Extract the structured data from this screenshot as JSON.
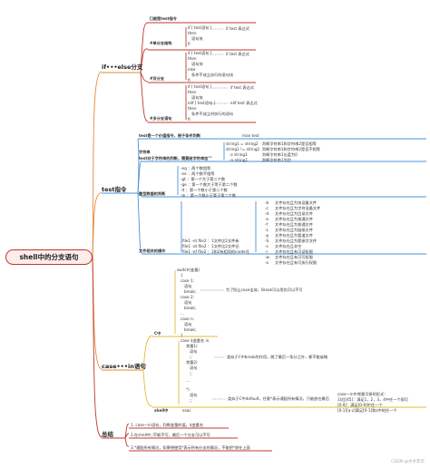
{
  "root": "shell中的分支语句",
  "branch_if": "if•••else分支",
  "branch_test": "test指令",
  "branch_case": "case•••in语句",
  "branch_sum": "总结",
  "if": {
    "test_cmd": "[]就是test指令",
    "single": {
      "label": "#单分支结构",
      "code": [
        "if [ test语句 ]",
        "then",
        "语句块",
        "fi"
      ],
      "note": "if test 表达式"
    },
    "double": {
      "label": "#双分支",
      "code": [
        "if [ test语句 ]",
        "then",
        "语句块",
        "else",
        "条件不成立执行的语句块",
        "fi"
      ],
      "note": "if test 表达式"
    },
    "multi": {
      "label": "#多分支语句",
      "code": [
        "if [ test语句 ]",
        "then",
        "语句块",
        "elif [ test语句 ]",
        "then",
        "条件不成立时执行的语句",
        "fi"
      ],
      "note1": "if test 表达式",
      "note2": "elif test 表达式"
    }
  },
  "test": {
    "intro": "test是一个价值指令，根子条件判断",
    "man": "man test",
    "string_head": "字符串",
    "string_desc": "test对于字符串的判断，需要给字符串加\"\"",
    "string_ops": [
      [
        "string1 = string2",
        "判断字符串1和字符串2是否相等"
      ],
      [
        "string1 != string2",
        "判断字符串1和字符串2是否不相等"
      ],
      [
        "-z string1",
        "判断字符串1长度为0"
      ],
      [
        "-n string1",
        "判断字符串1为空"
      ]
    ],
    "num_head": "整型数据的判断",
    "num_ops": [
      "-eq ：两个数相等",
      "-ne ：两个数不相等",
      "-gt ：第一个大于第二个数",
      "-ge ：第一个数大于等于第二个数",
      "-lt ：第一个数小于第二个数",
      "-le ：第一个数小于等于第二个数"
    ],
    "file_head": "文件相关的操作",
    "file_ops": [
      [
        "-b",
        "文件存在且为块设备文件"
      ],
      [
        "-c",
        "文件存在且为字符设备文件"
      ],
      [
        "-d",
        "文件存在且为目录文件"
      ],
      [
        "-e",
        "文件存在且为普通文件"
      ],
      [
        "-f",
        "文件存在且为普通文件"
      ],
      [
        "-L",
        "文件存在且为链接文件"
      ],
      [
        "-p",
        "文件存在且为管道文件"
      ],
      [
        "-S",
        "文件存在且为套接字文件"
      ],
      [
        "-s",
        "文件存在且非空"
      ],
      [
        "-r",
        "文件存在且有可读权限"
      ],
      [
        "-w",
        "文件存在且有可写权限"
      ],
      [
        "-x",
        "文件存在且有可执行权限"
      ]
    ],
    "file_cmp": [
      "file1 -nt file2 ：1文件比2文件新",
      "file1 -ot file2 ：1文件比2文件旧",
      "file1 -ef file2 ：1和2有相同的inode号"
    ]
  },
  "case": {
    "c_label": "C中",
    "c_code": [
      "switch(变量)",
      "{",
      "case 1:",
      "语句",
      "break;",
      "case 2:",
      "语句",
      "break;",
      "...",
      "case n:",
      "语句",
      "break;",
      "}"
    ],
    "c_note": "为了防止case击穿，Break可以用也可以不写",
    "shell_label": "shell中",
    "shell_code": [
      "case $变量名 in",
      "常量1)",
      "语句",
      ";;",
      "常量2)",
      "语句",
      ";;",
      "...",
      "*)",
      "语句",
      ";;",
      "esac"
    ],
    "note1": "类似于C中break的作用，跳了最后一条分之外，都不能省略",
    "note2": "类似于C中default，任意*表示通配所有情况，只能放在最后",
    "right_note": [
      "case一in中常量可接的形式：",
      "1]红[45]：满足1，2，3，4中任一个即可",
      "[0-9]：满足[0-9]中任一个",
      "[0-1][a-z]满足[0-1]和z中的任一个"
    ]
  },
  "summary": [
    "1. case一in语句，判断变量的值，$变量名",
    "2.在shell中;;不能不写，最后一个分支可以不写",
    "3.*通配所有情况，如果想使用*表示所有分支的情况，不能把*放在上面"
  ],
  "watermark": "CSDN @水木年华"
}
